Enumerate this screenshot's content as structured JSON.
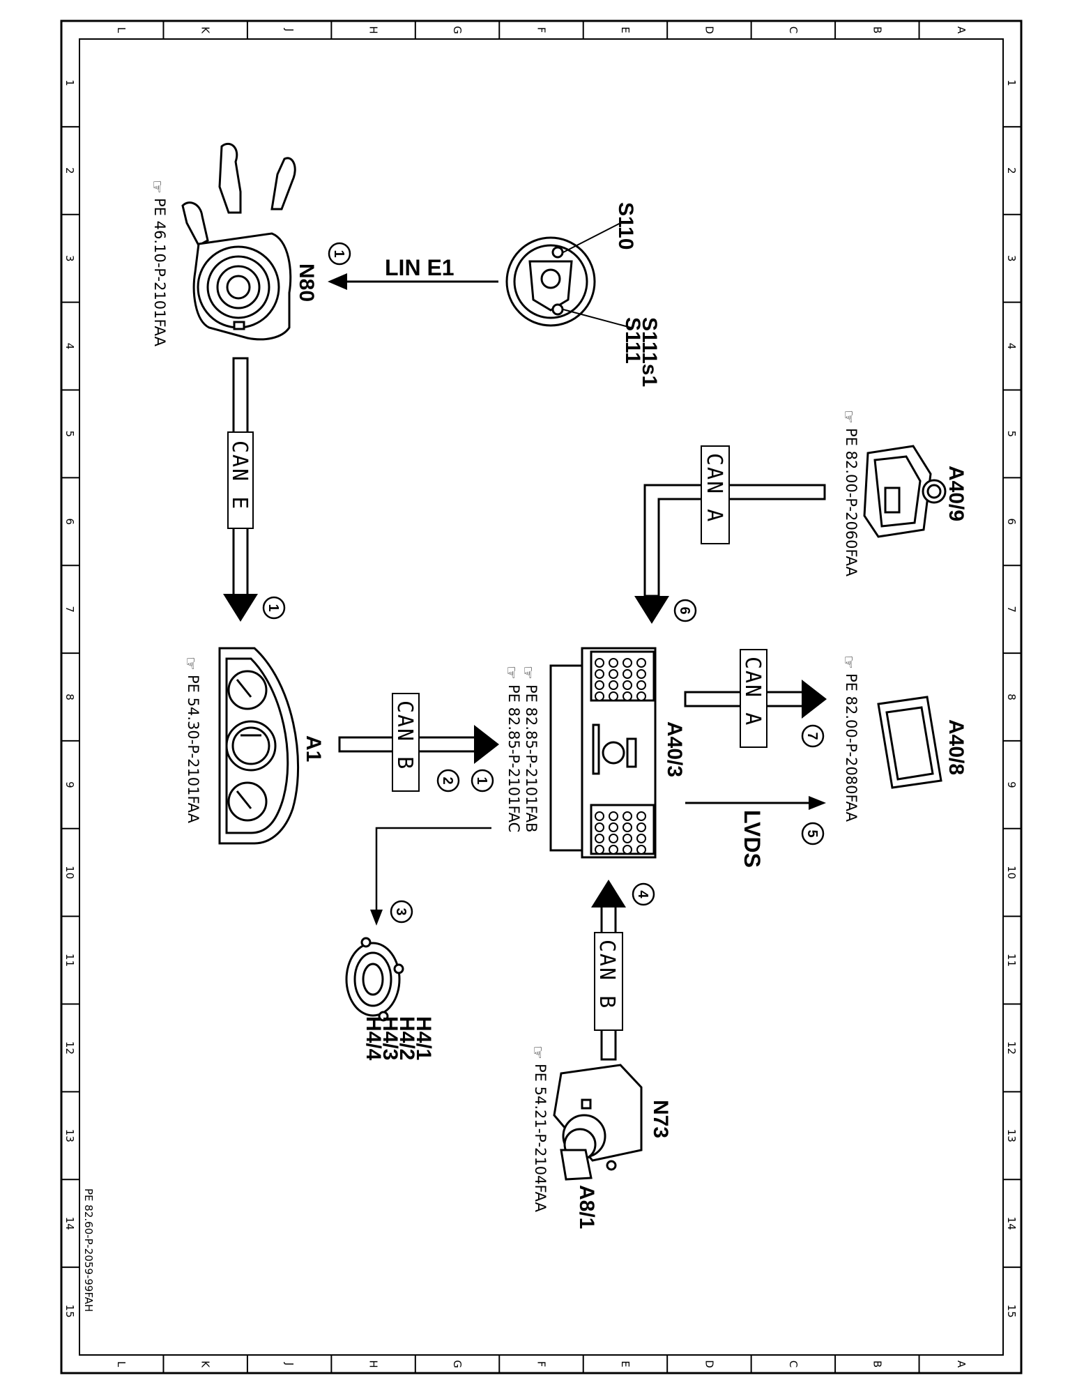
{
  "grid": {
    "columns": [
      "L",
      "K",
      "J",
      "H",
      "G",
      "F",
      "E",
      "D",
      "C",
      "B",
      "A"
    ],
    "rows": [
      "1",
      "2",
      "3",
      "4",
      "5",
      "6",
      "7",
      "8",
      "9",
      "10",
      "11",
      "12",
      "13",
      "14",
      "15"
    ]
  },
  "document_ref": "PE 82.60-P-2059-99FAH",
  "components": {
    "n80": {
      "label": "N80",
      "ref": "PE 46.10-P-2101FAA"
    },
    "s110": {
      "label": "S110"
    },
    "s111": {
      "label_1": "S111s1",
      "label_2": "S111"
    },
    "a1": {
      "label": "A1",
      "ref": "PE 54.30-P-2101FAA"
    },
    "a40_3": {
      "label": "A40/3",
      "ref_1": "PE 82.85-P-2101FAB",
      "ref_2": "PE 82.85-P-2101FAC"
    },
    "a40_9": {
      "label": "A40/9",
      "ref": "PE 82.00-P-2060FAA"
    },
    "a40_8": {
      "label": "A40/8",
      "ref": "PE 82.00-P-2080FAA"
    },
    "h4": {
      "labels": [
        "H4/1",
        "H4/2",
        "H4/3",
        "H4/4"
      ]
    },
    "n73": {
      "label": "N73",
      "label_2": "A8/1",
      "ref": "PE 54.21-P-2104FAA"
    }
  },
  "connections": {
    "lin_e1": "LIN  E1",
    "can_e": "CAN E",
    "can_b_a1": "CAN B",
    "can_a_a40_9": "CAN A",
    "can_a_a40_8": "CAN A",
    "lvds": "LVDS",
    "can_b_n73": "CAN B"
  },
  "markers": {
    "m1_lin": "1",
    "m1_can_e": "1",
    "m1_a1": "1",
    "m2_a1": "2",
    "m3": "3",
    "m4": "4",
    "m5": "5",
    "m6": "6",
    "m7": "7"
  }
}
